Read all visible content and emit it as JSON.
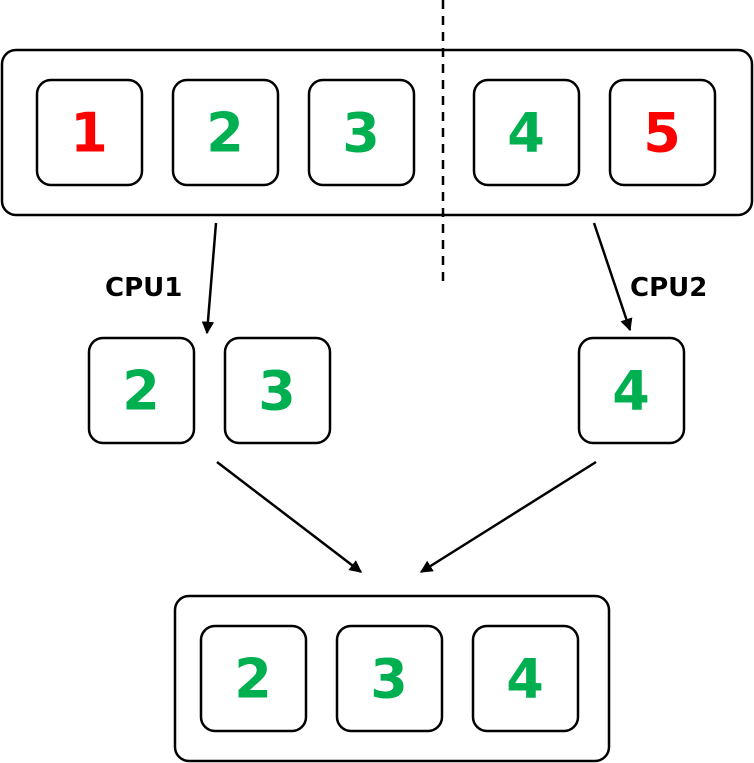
{
  "colors": {
    "keep": "#00b050",
    "drop": "#ff0000"
  },
  "input_items": [
    {
      "label": "1",
      "status": "drop"
    },
    {
      "label": "2",
      "status": "keep"
    },
    {
      "label": "3",
      "status": "keep"
    },
    {
      "label": "4",
      "status": "keep"
    },
    {
      "label": "5",
      "status": "drop"
    }
  ],
  "cpu1": {
    "label": "CPU1",
    "items": [
      "2",
      "3"
    ]
  },
  "cpu2": {
    "label": "CPU2",
    "items": [
      "4"
    ]
  },
  "output_items": [
    "2",
    "3",
    "4"
  ]
}
